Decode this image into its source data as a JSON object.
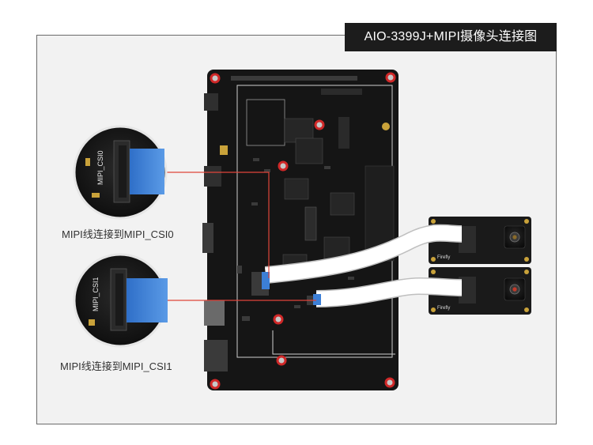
{
  "title": "AIO-3399J+MIPI摄像头连接图",
  "callouts": [
    {
      "label": "MIPI线连接到MIPI_CSI0",
      "connector_silk": "MIPI_CSI0"
    },
    {
      "label": "MIPI线连接到MIPI_CSI1",
      "connector_silk": "MIPI_CSI1"
    }
  ],
  "camera_brand": "Firefly",
  "colors": {
    "title_bg": "#1c1c1c",
    "frame_border": "#6a6a6a",
    "pcb": "#151515",
    "callout_line": "#e0453a",
    "ribbon_cable": "#ffffff",
    "connector_blue": "#3c7fd6"
  }
}
